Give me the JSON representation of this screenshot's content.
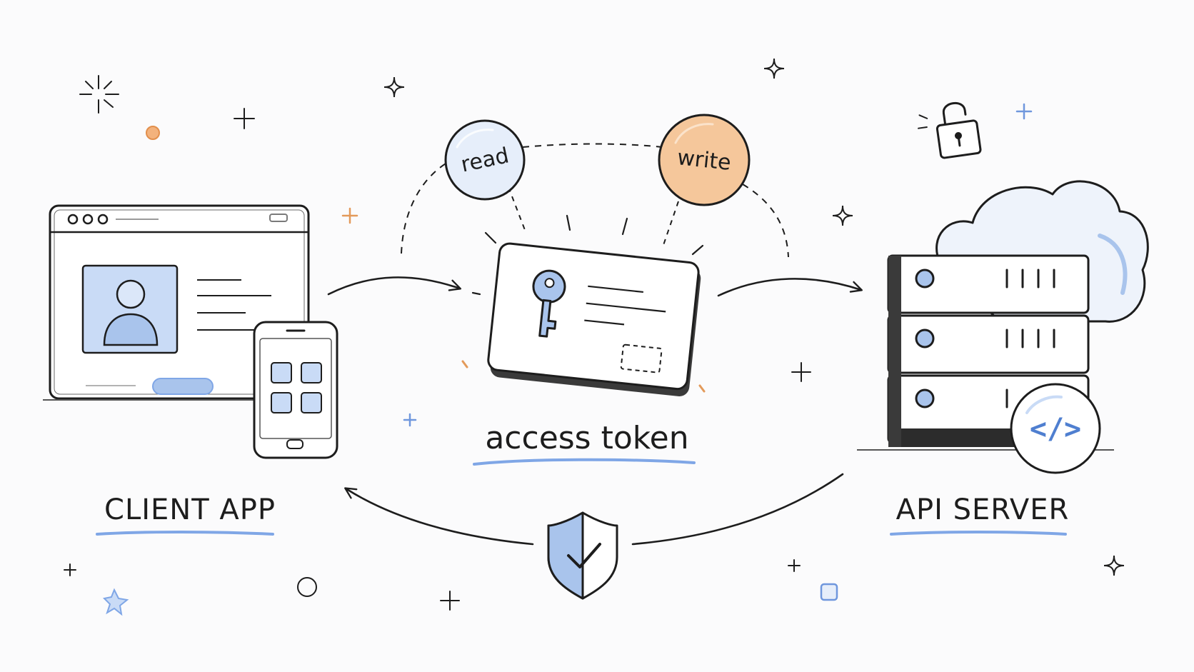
{
  "diagram": {
    "client": {
      "label": "CLIENT APP"
    },
    "token": {
      "label": "access token"
    },
    "server": {
      "label": "API SERVER",
      "code_glyph": "</>"
    },
    "scopes": [
      {
        "label": "read",
        "color": "#a9c4ec"
      },
      {
        "label": "write",
        "color": "#f1b77f"
      }
    ],
    "icons": [
      "browser-window-icon",
      "user-avatar-icon",
      "phone-icon",
      "key-icon",
      "id-card-icon",
      "server-rack-icon",
      "cloud-icon",
      "padlock-icon",
      "code-badge-icon",
      "shield-check-icon"
    ]
  },
  "colors": {
    "ink": "#1d1d1d",
    "accent_blue": "#7fa6e6",
    "accent_blue_fill": "#c9dbf6",
    "accent_orange": "#f0a866"
  }
}
